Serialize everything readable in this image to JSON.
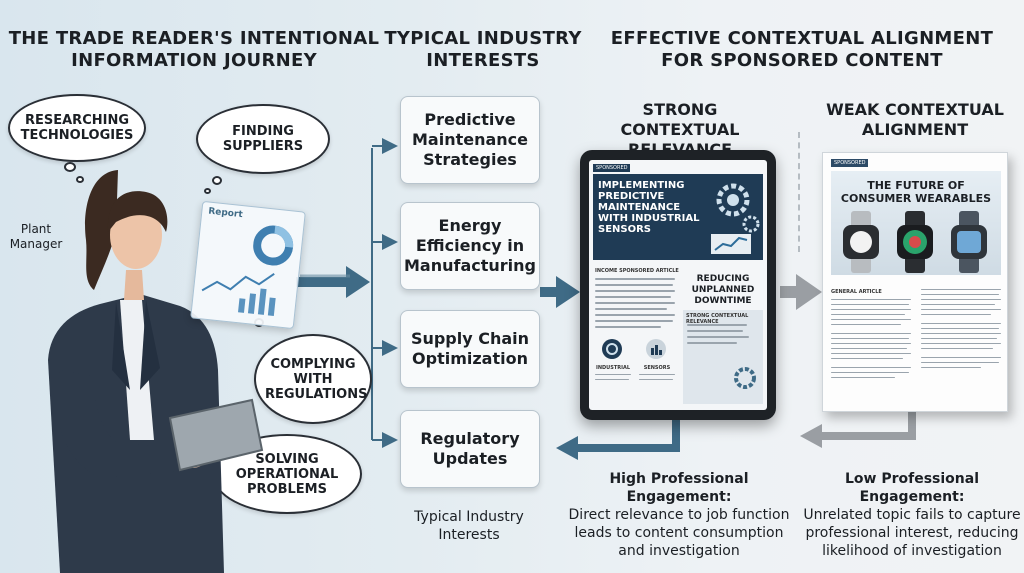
{
  "headings": {
    "journey": "THE TRADE READER'S INTENTIONAL INFORMATION JOURNEY",
    "interests": "TYPICAL INDUSTRY INTERESTS",
    "alignment": "EFFECTIVE CONTEXTUAL ALIGNMENT FOR SPONSORED CONTENT",
    "strong": "STRONG CONTEXTUAL RELEVANCE",
    "weak": "WEAK CONTEXTUAL ALIGNMENT"
  },
  "persona": {
    "label": "Plant Manager",
    "tablet_report": "Report"
  },
  "thoughts": [
    "RESEARCHING TECHNOLOGIES",
    "FINDING SUPPLIERS",
    "COMPLYING WITH REGULATIONS",
    "SOLVING OPERATIONAL PROBLEMS"
  ],
  "interests": [
    "Predictive Maintenance Strategies",
    "Energy Efficiency in Manufacturing",
    "Supply Chain Optimization",
    "Regulatory Updates"
  ],
  "interests_caption": "Typical Industry Interests",
  "strong_article": {
    "tag": "SPONSORED",
    "banner": "IMPLEMENTING PREDICTIVE MAINTENANCE WITH INDUSTRIAL SENSORS",
    "section": "INCOME SPONSORED ARTICLE",
    "callout": "REDUCING UNPLANNED DOWNTIME",
    "sidebar_title": "STRONG CONTEXTUAL RELEVANCE",
    "icon_left": "INDUSTRIAL",
    "icon_right": "SENSORS"
  },
  "weak_article": {
    "tag": "SPONSORED",
    "banner": "THE FUTURE OF CONSUMER WEARABLES",
    "section": "GENERAL ARTICLE"
  },
  "captions": {
    "high_title": "High Professional Engagement:",
    "high_body": "Direct relevance to job function leads to content consumption and investigation",
    "low_title": "Low Professional Engagement:",
    "low_body": "Unrelated topic fails to capture professional interest, reducing likelihood of investigation"
  },
  "colors": {
    "arrow_blue": "#3f6b86",
    "arrow_grey": "#9a9ea3",
    "banner_dark": "#1f3b55"
  },
  "icons": [
    "gear-icon",
    "bar-chart-icon",
    "pie-chart-icon",
    "smartwatch-icon"
  ]
}
